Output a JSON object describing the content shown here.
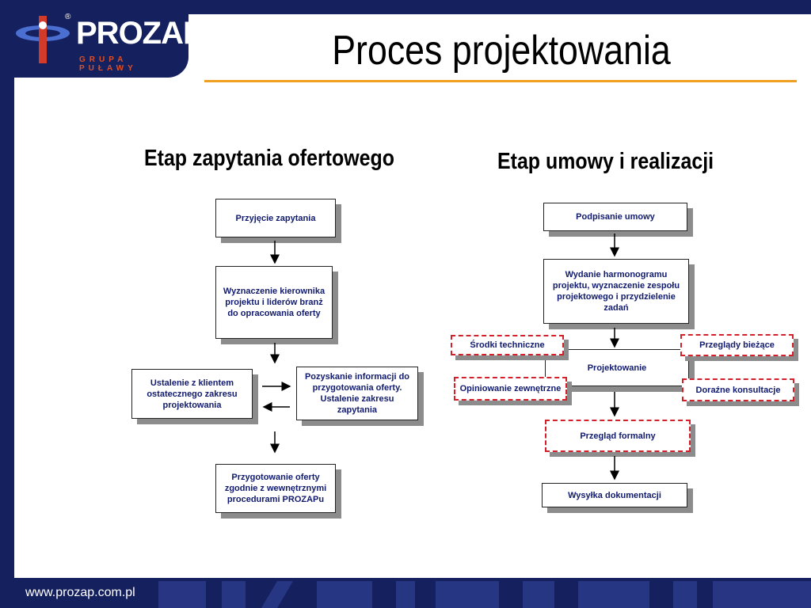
{
  "header": {
    "brand": "PROZAP",
    "brand_sub": "GRUPA PUŁAWY",
    "registered_mark": "®",
    "title": "Proces projektowania"
  },
  "left": {
    "heading": "Etap zapytania ofertowego",
    "boxes": {
      "b1": "Przyjęcie zapytania",
      "b2": "Wyznaczenie kierownika projektu i liderów branż do opracowania oferty",
      "b3": "Ustalenie z klientem ostatecznego zakresu projektowania",
      "b4": "Pozyskanie informacji do przygotowania oferty. Ustalenie zakresu zapytania",
      "b5": "Przygotowanie oferty zgodnie z wewnętrznymi procedurami PROZAPu"
    }
  },
  "right": {
    "heading": "Etap umowy i realizacji",
    "boxes": {
      "r1": "Podpisanie umowy",
      "r2": "Wydanie harmonogramu projektu, wyznaczenie zespołu projektowego i przydzielenie zadań",
      "r3": "Projektowanie",
      "r4": "Przegląd formalny",
      "r5": "Wysyłka dokumentacji"
    },
    "side": {
      "s1": "Środki techniczne",
      "s2": "Opiniowanie zewnętrzne",
      "s3": "Przeglądy bieżące",
      "s4": "Doraźne konsultacje"
    }
  },
  "footer": {
    "url": "www.prozap.com.pl"
  }
}
